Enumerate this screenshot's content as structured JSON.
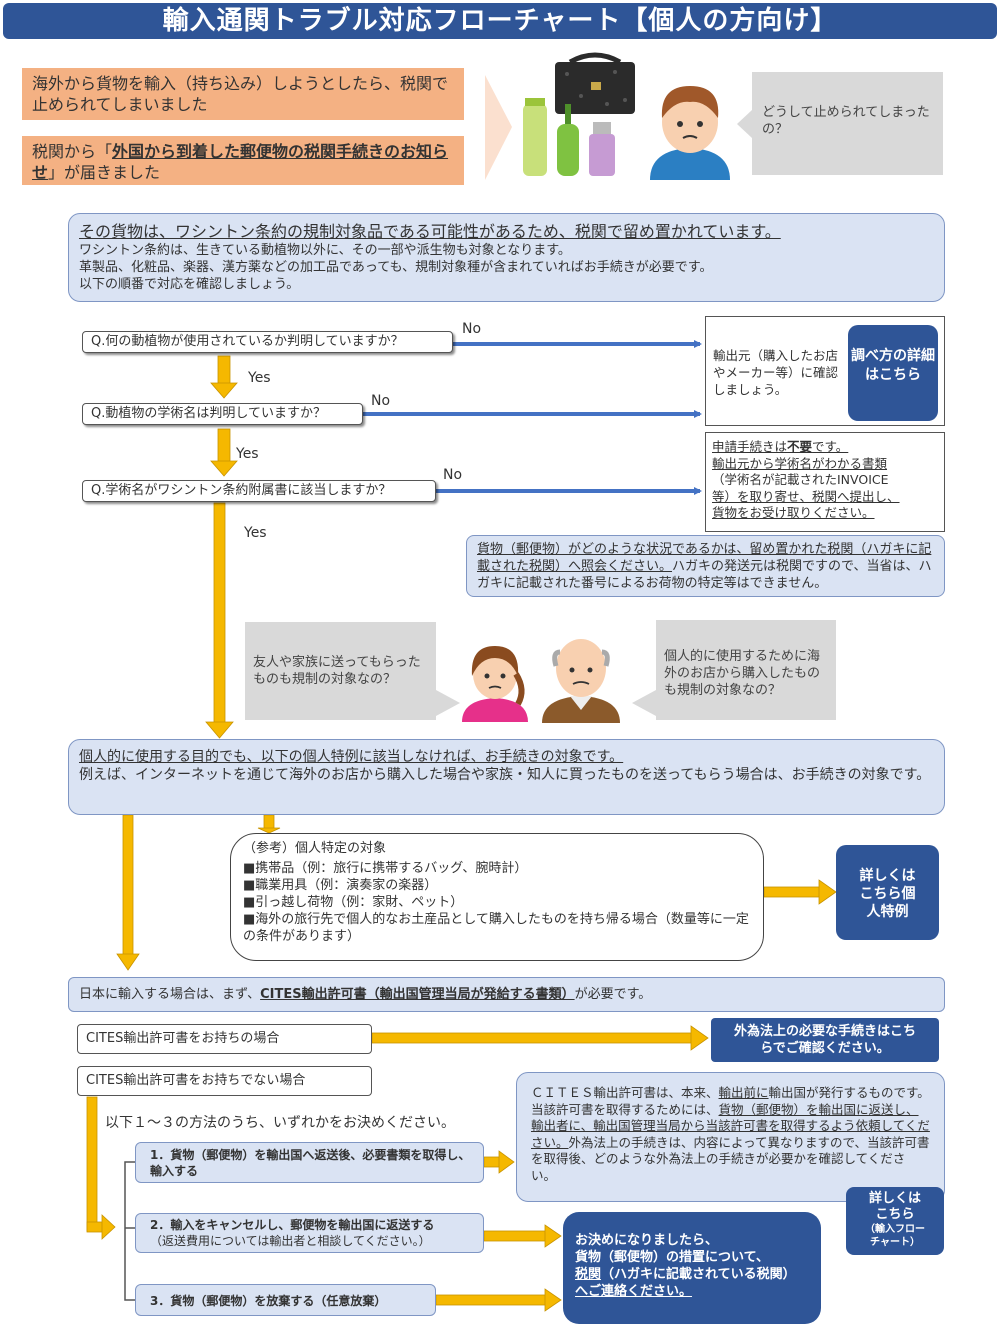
{
  "title": "輸入通関トラブル対応フローチャート【個人の方向け】",
  "intro": {
    "box1": "海外から貨物を輸入（持ち込み）しようとしたら、税関で止められてしまいました",
    "box2_pre": "税関から「",
    "box2_em": "外国から到着した郵便物の税関手続きのお知らせ",
    "box2_post": "」が届きました",
    "question_bubble": "どうして止められてしまったの？"
  },
  "info_box": {
    "headline": "その貨物は、ワシントン条約の規制対象品である可能性があるため、税関で留め置かれています。",
    "lines": [
      "ワシントン条約は、生きている動植物以外に、その一部や派生物も対象となります。",
      "革製品、化粧品、楽器、漢方薬などの加工品であっても、規制対象種が含まれていればお手続きが必要です。",
      "以下の順番で対応を確認しましょう。"
    ]
  },
  "questions": {
    "q1": "Q.何の動植物が使用されているか判明していますか？",
    "q2": "Q.動植物の学術名は判明していますか？",
    "q3": "Q.学術名がワシントン条約附属書に該当しますか？"
  },
  "labels": {
    "yes": "Yes",
    "no": "No"
  },
  "answer_confirm": "輸出元（購入したお店やメーカー等）に確認しましょう。",
  "howto_button": "調べ方の詳細はこちら",
  "answer_not_needed": {
    "l1_pre": "申請手続きは",
    "l1_em": "不要",
    "l1_post": "です。",
    "l2": "輸出元から学術名がわかる書類",
    "l3": "（学術名が記載されたINVOICE",
    "l4": "等）を取り寄せ、税関へ提出し、",
    "l5": "貨物をお受け取りください。"
  },
  "inquiry_box": {
    "underlined": "貨物（郵便物）がどのような状況であるかは、留め置かれた税関（ハガキに記載された税関）へ照会ください。",
    "rest": "ハガキの発送元は税関ですので、当省は、ハガキに記載された番号によるお荷物の特定等はできません。"
  },
  "bubbles": {
    "left": "友人や家族に送ってもらったものも規制の対象なの？",
    "right": "個人的に使用するために海外のお店から購入したものも規制の対象なの？"
  },
  "personal_box": {
    "headline": "個人的に使用する目的でも、以下の個人特例に該当しなければ、お手続きの対象です。",
    "body": "例えば、インターネットを通じて海外のお店から購入した場合や家族・知人に買ったものを送ってもらう場合は、お手続きの対象です。"
  },
  "reference_box": {
    "title": "（参考）個人特定の対象",
    "items": [
      "■携帯品（例：旅行に携帯するバッグ、腕時計）",
      "■職業用具（例：演奏家の楽器）",
      "■引っ越し荷物（例：家財、ペット）",
      "■海外の旅行先で個人的なお土産品として購入したものを持ち帰る場合（数量等に一定の条件があります）"
    ]
  },
  "personal_button": "詳しくはこちら個人特例",
  "cites_box": {
    "pre": "日本に輸入する場合は、まず、",
    "em": "CITES輸出許可書（輸出国管理当局が発給する書類）",
    "post": "が必要です。"
  },
  "has_permit": "CITES輸出許可書をお持ちの場合",
  "fx_button": "外為法上の必要な手続きはこちらでご確認ください。",
  "no_permit": "CITES輸出許可書をお持ちでない場合",
  "choose_text": "以下１～３の方法のうち、いずれかをお決めください。",
  "options": {
    "opt1": "1．貨物（郵便物）を輸出国へ返送後、必要書類を取得し、輸入する",
    "opt2": "2．輸入をキャンセルし、郵便物を輸出国に返送する",
    "opt2_sub": "（返送費用については輸出者と相談してください。）",
    "opt3": "3．貨物（郵便物）を放棄する（任意放棄）"
  },
  "cites_info": {
    "p1": "ＣＩＴＥＳ輸出許可書は、本来、",
    "p1u": "輸出前に",
    "p2": "輸出国が発行するものです。当該許可書を取得するためには、",
    "p2u": "貨物（郵便物）を輸出国に返送し、輸出者に、輸出国管理当局から当該許可書を取得するよう依頼してください。",
    "p3": "外為法上の手続きは、内容によって異なりますので、当該許可書を取得後、どのような外為法上の手続きが必要かを確認してください。"
  },
  "flow_button": {
    "l1": "詳しくは",
    "l2": "こちら",
    "l3": "（輸入フロー",
    "l4": "チャート）"
  },
  "contact_box": {
    "l1": "お決めになりましたら、",
    "l2": "貨物（郵便物）の措置について、",
    "l3u": "税関",
    "l3": "（ハガキに記載されている税関）",
    "l4u": "へご連絡ください。"
  },
  "colors": {
    "banner": "#2f5597",
    "arrow_yellow": "#f5b800",
    "arrow_blue": "#4472c4",
    "light_box": "#dae3f3",
    "orange_box": "#f4b183"
  }
}
